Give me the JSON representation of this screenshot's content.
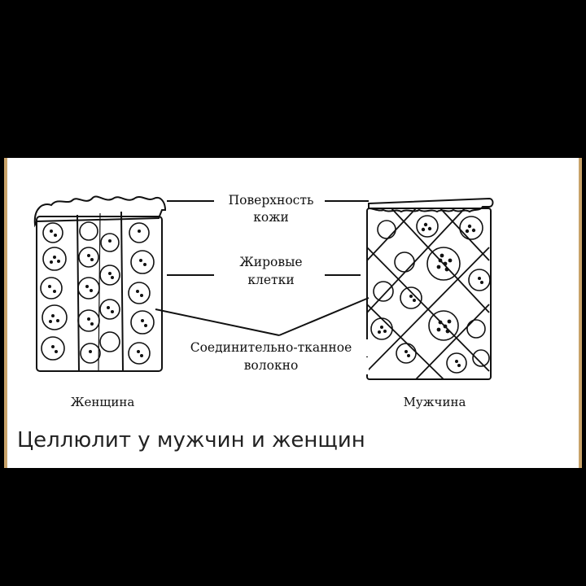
{
  "labels": {
    "skin_line1": "Поверхность",
    "skin_line2": "кожи",
    "fat_line1": "Жировые",
    "fat_line2": "клетки",
    "connective_line1": "Соединительно-тканное",
    "connective_line2": "волокно"
  },
  "captions": {
    "female": "Женщина",
    "male": "Мужчина"
  },
  "title": "Целлюлит у мужчин и женщин",
  "colors": {
    "background": "#000000",
    "panel": "#ffffff",
    "ink": "#111111",
    "frame_edge": "#c9a36a"
  }
}
